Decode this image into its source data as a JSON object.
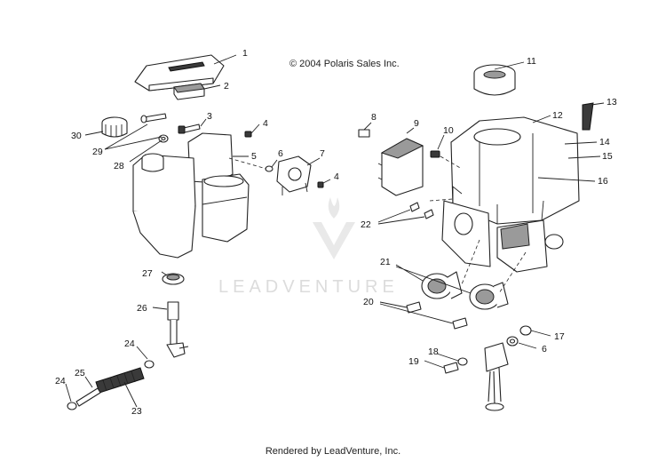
{
  "copyright": "© 2004 Polaris Sales Inc.",
  "watermark": "LEADVENTURE",
  "footer": "Rendered by LeadVenture, Inc.",
  "callouts": [
    "1",
    "2",
    "3",
    "4",
    "5",
    "6",
    "7",
    "4",
    "8",
    "9",
    "10",
    "11",
    "12",
    "13",
    "14",
    "15",
    "16",
    "22",
    "21",
    "20",
    "17",
    "6",
    "18",
    "19",
    "27",
    "26",
    "24",
    "24",
    "25",
    "23",
    "30",
    "29",
    "28"
  ]
}
